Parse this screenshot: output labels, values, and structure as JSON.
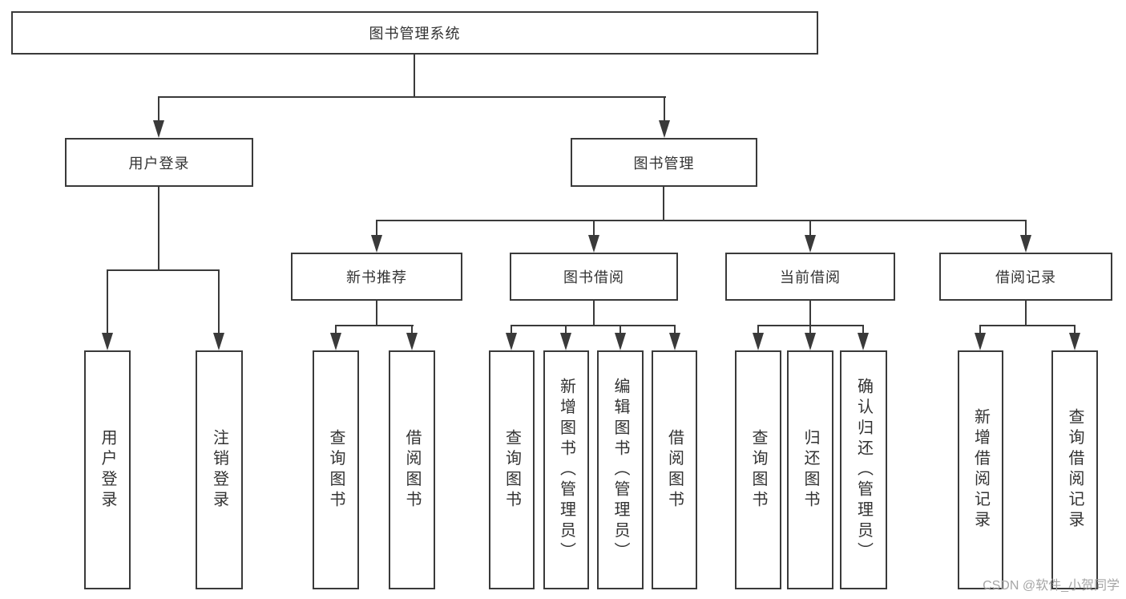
{
  "tree": {
    "root": "图书管理系统",
    "branches": [
      {
        "label": "用户登录",
        "children": [
          "用户登录",
          "注销登录"
        ]
      },
      {
        "label": "图书管理",
        "groups": [
          {
            "label": "新书推荐",
            "children": [
              "查询图书",
              "借阅图书"
            ]
          },
          {
            "label": "图书借阅",
            "children": [
              "查询图书",
              "新增图书（管理员）",
              "编辑图书（管理员）",
              "借阅图书"
            ]
          },
          {
            "label": "当前借阅",
            "children": [
              "查询图书",
              "归还图书",
              "确认归还（管理员）"
            ]
          },
          {
            "label": "借阅记录",
            "children": [
              "新增借阅记录",
              "查询借阅记录"
            ]
          }
        ]
      }
    ]
  },
  "watermark": {
    "text": "CSDN @软件_小贺同学"
  },
  "colors": {
    "line": "#3a3a3a",
    "text": "#333333",
    "watermark_text": "#a6a6a6",
    "background": "#ffffff"
  }
}
